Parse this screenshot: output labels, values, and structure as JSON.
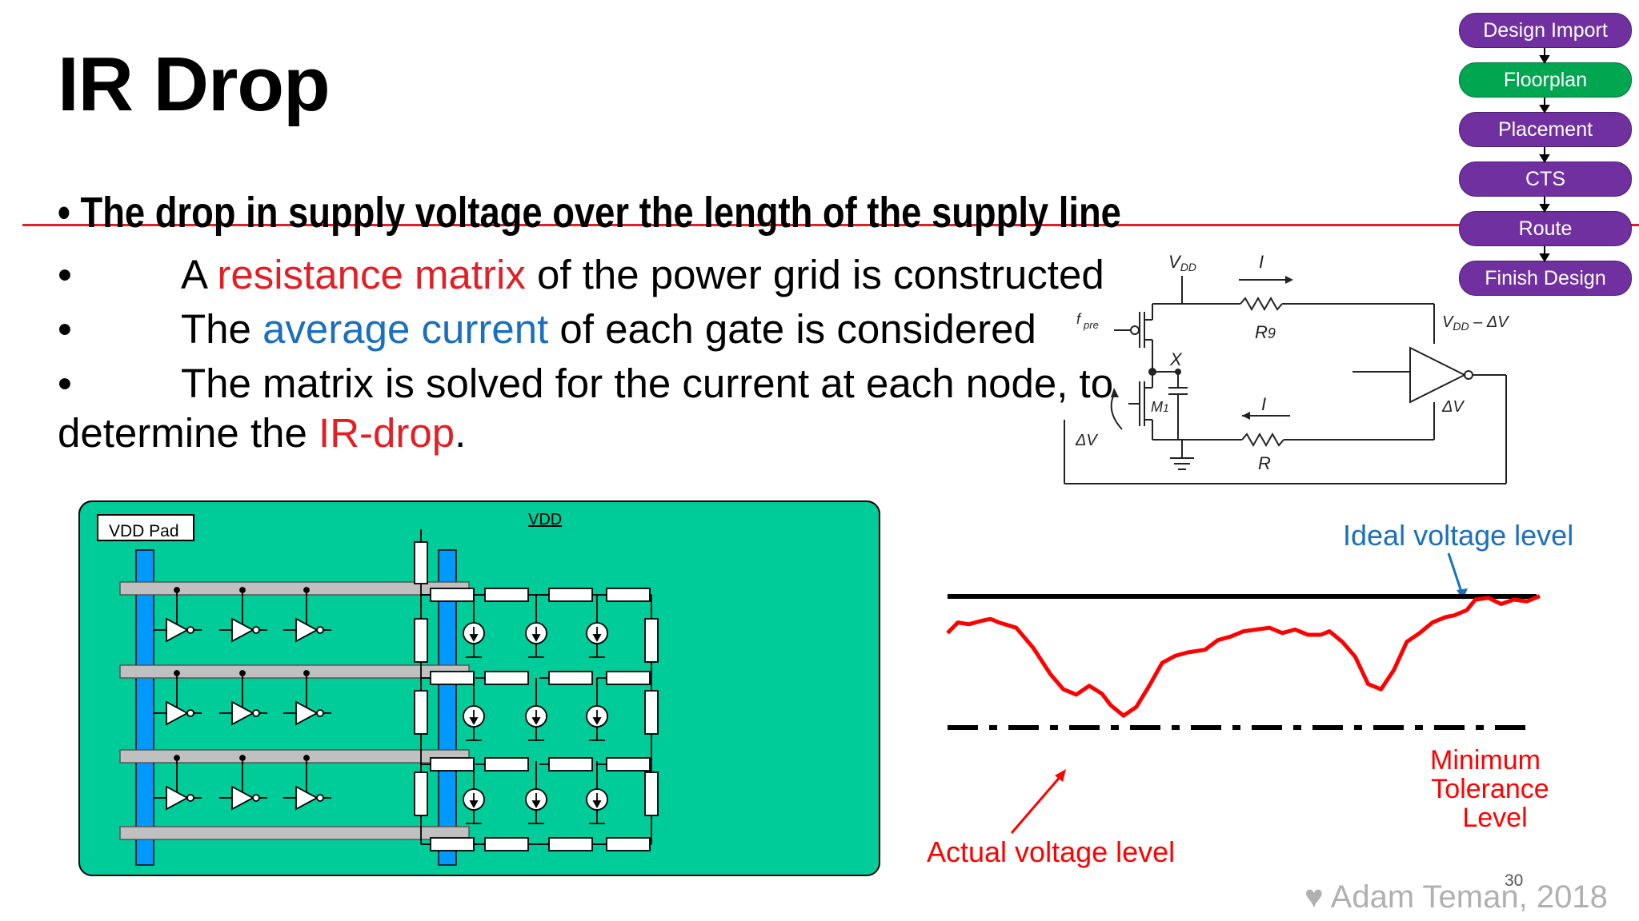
{
  "slide": {
    "title": "IR Drop",
    "main_bullet": "• The drop in supply voltage over the length of the supply line",
    "bullets": [
      {
        "dot": "•",
        "pre": "A ",
        "highlight": "resistance matrix",
        "post": " of the power grid is constructed"
      },
      {
        "dot": "•",
        "pre": "The ",
        "highlight": "average current",
        "post": " of each gate is considered"
      },
      {
        "dot": "•",
        "pre": "The matrix is solved for the current at each node,  to",
        "highlight": "",
        "post": ""
      }
    ],
    "continuation": {
      "pre": "determine the ",
      "highlight": "IR-drop",
      "post": "."
    },
    "page_number": "30",
    "footer": "♥ Adam Teman, 2018"
  },
  "flow": {
    "steps": [
      "Design Import",
      "Floorplan",
      "Placement",
      "CTS",
      "Route",
      "Finish Design"
    ],
    "active_index": 1,
    "colors": {
      "step": "#7030a0",
      "active": "#00a650"
    }
  },
  "circuit": {
    "vdd": "V",
    "vdd_sub": "DD",
    "current_top": "I",
    "current_bottom": "I",
    "r_top": "R",
    "r_top_sub": "9",
    "r_bottom": "R",
    "fpre": "f",
    "fpre_sub": "pre",
    "node_x": "X",
    "m1": "M",
    "m1_sub": "1",
    "delta_v_left": "ΔV",
    "delta_v_right": "ΔV",
    "vdd_minus": "V",
    "vdd_minus_sub": "DD",
    "vdd_minus_tail": " – ΔV"
  },
  "grid_figure": {
    "vdd_pad_label": "VDD Pad",
    "vdd_label": "VDD",
    "colors": {
      "background": "#00cc99",
      "rail": "#0099ff",
      "bar": "#c0c0c0"
    }
  },
  "voltage_figure": {
    "ideal_label": "Ideal voltage level",
    "actual_label": "Actual voltage level",
    "tolerance_label": [
      "Minimum",
      "Tolerance",
      "Level"
    ],
    "colors": {
      "ideal": "#000000",
      "actual": "#ff0000",
      "ideal_text": "#1b6fbf",
      "tolerance_text": "#ff0000"
    },
    "actual_curve": [
      [
        0,
        0.78
      ],
      [
        0.012,
        0.66
      ],
      [
        0.025,
        0.68
      ],
      [
        0.04,
        0.64
      ],
      [
        0.05,
        0.62
      ],
      [
        0.06,
        0.66
      ],
      [
        0.08,
        0.72
      ],
      [
        0.1,
        0.95
      ],
      [
        0.12,
        1.25
      ],
      [
        0.135,
        1.42
      ],
      [
        0.15,
        1.48
      ],
      [
        0.165,
        1.38
      ],
      [
        0.18,
        1.47
      ],
      [
        0.19,
        1.6
      ],
      [
        0.205,
        1.72
      ],
      [
        0.22,
        1.62
      ],
      [
        0.235,
        1.38
      ],
      [
        0.25,
        1.12
      ],
      [
        0.265,
        1.04
      ],
      [
        0.28,
        1.0
      ],
      [
        0.3,
        0.97
      ],
      [
        0.315,
        0.86
      ],
      [
        0.33,
        0.82
      ],
      [
        0.345,
        0.76
      ],
      [
        0.36,
        0.74
      ],
      [
        0.375,
        0.72
      ],
      [
        0.39,
        0.78
      ],
      [
        0.405,
        0.74
      ],
      [
        0.42,
        0.8
      ],
      [
        0.435,
        0.8
      ],
      [
        0.445,
        0.76
      ],
      [
        0.46,
        0.88
      ],
      [
        0.475,
        1.05
      ],
      [
        0.49,
        1.36
      ],
      [
        0.505,
        1.42
      ],
      [
        0.52,
        1.2
      ],
      [
        0.535,
        0.88
      ],
      [
        0.55,
        0.78
      ],
      [
        0.565,
        0.66
      ],
      [
        0.58,
        0.6
      ],
      [
        0.59,
        0.58
      ],
      [
        0.605,
        0.52
      ],
      [
        0.615,
        0.4
      ],
      [
        0.63,
        0.38
      ],
      [
        0.645,
        0.45
      ],
      [
        0.66,
        0.4
      ],
      [
        0.675,
        0.42
      ],
      [
        0.69,
        0.36
      ]
    ]
  }
}
